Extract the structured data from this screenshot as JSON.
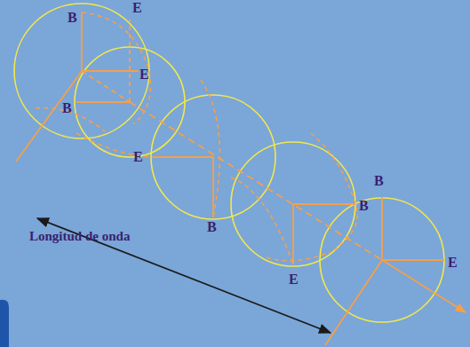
{
  "diagram": {
    "labels": [
      "B",
      "E",
      "E",
      "B",
      "E",
      "B",
      "B",
      "B",
      "E",
      "E",
      "Longitud de onda"
    ]
  }
}
